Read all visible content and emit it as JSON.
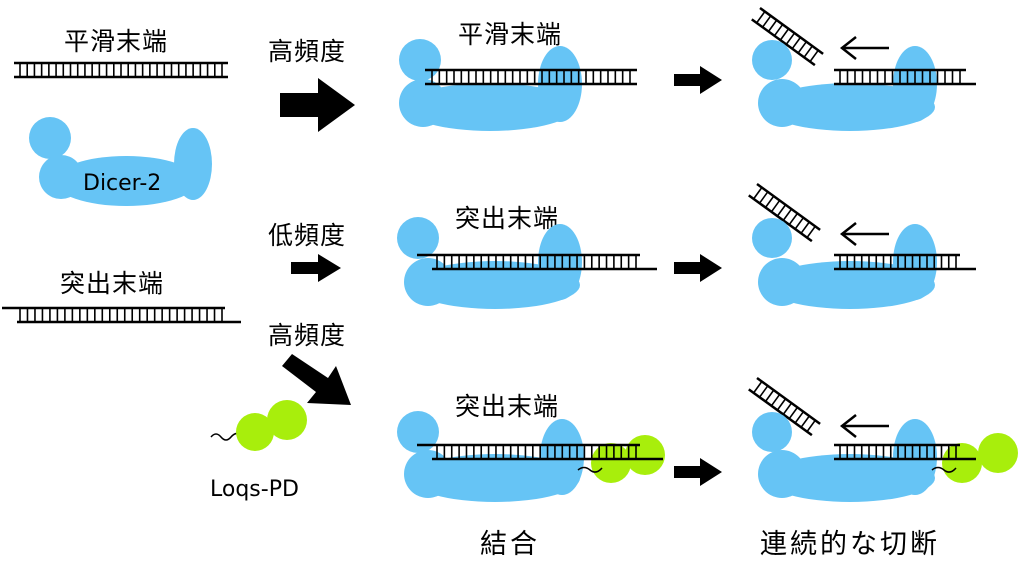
{
  "labels": {
    "blunt_end": "平滑末端",
    "overhang_end": "突出末端",
    "dicer": "Dicer-2",
    "loqs": "Loqs-PD",
    "high_freq": "高頻度",
    "low_freq": "低頻度",
    "binding": "結合",
    "cleavage": "連続的な切断"
  },
  "colors": {
    "dicer": "#66c4f5",
    "loqs": "#a8ee0c",
    "ink": "#000000"
  },
  "icons": {
    "arrow": "thick-right-arrow",
    "direction": "left-thin-arrow"
  }
}
